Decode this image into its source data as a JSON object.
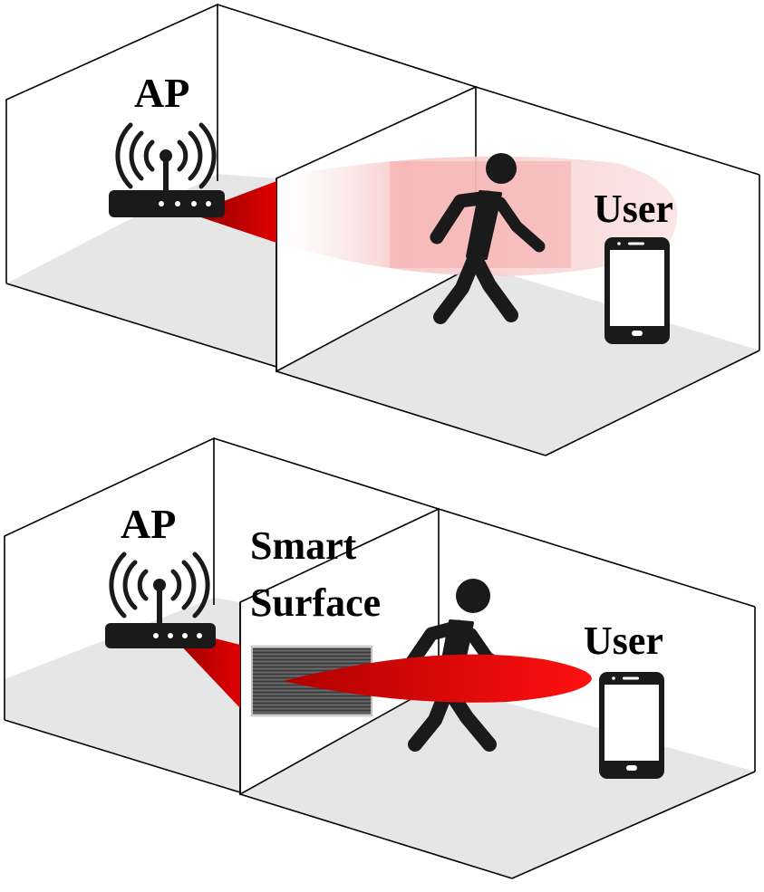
{
  "panels": [
    {
      "id": "top",
      "ap_label": "AP",
      "user_label": "User",
      "surface_label_lines": [],
      "beam_style": "direct-diffuse"
    },
    {
      "id": "bottom",
      "ap_label": "AP",
      "user_label": "User",
      "surface_label_lines": [
        "Smart",
        "Surface"
      ],
      "beam_style": "reflected-focused"
    }
  ],
  "colors": {
    "beam": "#c00000",
    "beam_bright": "#ff0000",
    "floor": "#e6e6e6",
    "line": "#000000",
    "icon": "#1a1a1a",
    "surface": "#4a4a4a"
  }
}
